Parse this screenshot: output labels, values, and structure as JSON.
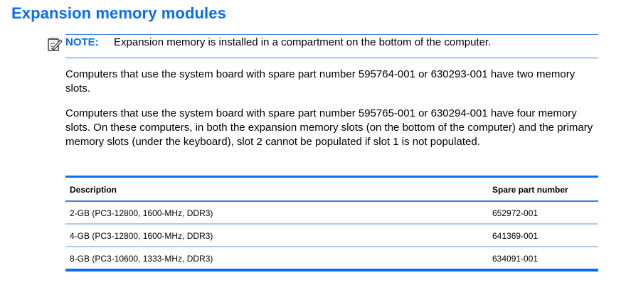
{
  "title": "Expansion memory modules",
  "note": {
    "icon": "note-pencil-icon",
    "label": "NOTE:",
    "text": "Expansion memory is installed in a compartment on the bottom of the computer."
  },
  "paragraphs": [
    "Computers that use the system board with spare part number 595764-001 or 630293-001 have two memory slots.",
    "Computers that use the system board with spare part number 595765-001 or 630294-001 have four memory slots. On these computers, in both the expansion memory slots (on the bottom of the computer) and the primary memory slots (under the keyboard), slot 2 cannot be populated if slot 1 is not populated."
  ],
  "table": {
    "headers": [
      "Description",
      "Spare part number"
    ],
    "rows": [
      [
        "2-GB (PC3-12800, 1600-MHz, DDR3)",
        "652972-001"
      ],
      [
        "4-GB (PC3-12800, 1600-MHz, DDR3)",
        "641369-001"
      ],
      [
        "8-GB (PC3-10600, 1333-MHz, DDR3)",
        "634091-001"
      ]
    ]
  },
  "colors": {
    "accent": "#0a6cf0",
    "rule": "#3b82e8",
    "light_rule": "#a9ccf5"
  }
}
